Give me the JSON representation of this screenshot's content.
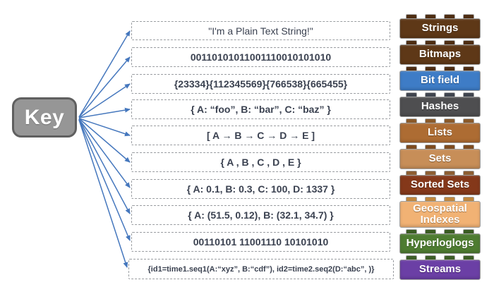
{
  "key": {
    "label": "Key"
  },
  "colors": {
    "arrow": "#4577bd",
    "key_fill": "#969696",
    "key_border": "#5f5f5f"
  },
  "values": [
    {
      "text": "\"I'm a Plain Text String!\""
    },
    {
      "text": "00110101011001110010101010"
    },
    {
      "text": "{23334}{112345569}{766538}{665455}"
    },
    {
      "text": "{ A: “foo”, B: “bar”, C: “baz”  }"
    },
    {
      "text": "[ A → B → C → D → E ]"
    },
    {
      "text": "{ A , B , C , D , E }"
    },
    {
      "text": "{ A: 0.1, B: 0.3, C: 100, D: 1337 }"
    },
    {
      "text": "{ A: (51.5, 0.12), B: (32.1, 34.7)  }"
    },
    {
      "text": "00110101 11001110 10101010"
    },
    {
      "text": "{id1=time1.seq1(A:“xyz”, B:“cdf”), id2=time2.seq2(D:“abc”, )}"
    }
  ],
  "types": [
    {
      "label": "Strings",
      "color": "#5e3817",
      "stud_color": "#4e2d12"
    },
    {
      "label": "Bitmaps",
      "color": "#5e3817",
      "stud_color": "#4e2d12"
    },
    {
      "label": "Bit field",
      "color": "#3e7cc6",
      "stud_color": "#4e2d12"
    },
    {
      "label": "Hashes",
      "color": "#4e4e50",
      "stud_color": "#40454f"
    },
    {
      "label": "Lists",
      "color": "#ad6c33",
      "stud_color": "#8a5a2b"
    },
    {
      "label": "Sets",
      "color": "#c78e58",
      "stud_color": "#7e4c20"
    },
    {
      "label": "Sorted Sets",
      "color": "#84381a",
      "stud_color": "#8d5e32"
    },
    {
      "label": "Geospatial Indexes",
      "color": "#f1b274",
      "stud_color": "#c0863e"
    },
    {
      "label": "Hyperloglogs",
      "color": "#4e7c31",
      "stud_color": "#3a5c22"
    },
    {
      "label": "Streams",
      "color": "#6b3fa5",
      "stud_color": "#3d5e26"
    }
  ]
}
